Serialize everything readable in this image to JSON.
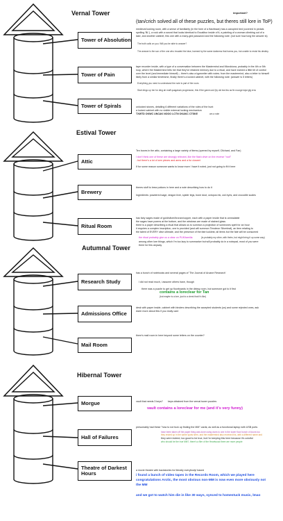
{
  "towers": [
    {
      "title": "Vernal Tower",
      "rooms": [
        "Tower of Absolution",
        "Tower of Pain",
        "Tower of Spirals"
      ]
    },
    {
      "title": "Estival Tower",
      "rooms": [
        "Attic",
        "Brewery",
        "Ritual Room"
      ]
    },
    {
      "title": "Autumnal Tower",
      "rooms": [
        "Research Study",
        "Admissions Office",
        "Mail Room"
      ]
    },
    {
      "title": "Hibernal Tower",
      "rooms": [
        "Morgue",
        "Hall of Failures",
        "Theatre of Darkest Hours"
      ]
    }
  ],
  "notes": {
    "important": "important?",
    "header": "(tan/crich solved all of these puzzles, but theres still lore in ToP)",
    "absolution": [
      "medieval looking room, with a sense of familiarity (in the form of a flashback) has a canopied bed (covered in pedals",
      "spelling 'BL'), a rock with a sword that looks identical to Excalibur inside of it, a painting of a woman climbing out of a",
      "lake, and another cabinet, this one with a many-grid password and the following note:  (not sure how long the answer is)"
    ],
    "absolution_sub1": "The truth calls on you. Will you be able to answer?",
    "absolution_sub2": "The answer is the son of the one who invaded the kiwe, harmed by the same darkness that harms you, but unable to resist his destiny.",
    "pain": [
      "tape recorder inside, with a type of a conversation between the Mastermind and Microkiona, probably in the 4th or 5th",
      "loop, where the Mastermind tells her that they've retained memory due to a ritual, and have earned a little bit of control",
      "over the level (and immediate himself) -- there's also a typewriter with notes.  from the mastermind, also a letter to himself",
      "likely from a similar timeframe, finally there's a locked cabinet, with the following note: (answer is 5 letters)"
    ],
    "pain_sub1": "Everything you need to understand the note is part of the room.",
    "pain_sub2": "Start dingo up her fur ding ah maff quagaluck progression, this if the gamm asf (by old tea lkw as fin nuzzge ksjsi gfg ernc",
    "spirals": [
      "unlocked stones, detailing 6 different variations of the rules of the hunt",
      "a locked cabinet with no visible external locking mechanism"
    ],
    "spirals_code": "TXWTD OKWC UNCAK NOOO LCTN OKAKC CTSKE",
    "spirals_code_note": "am a note",
    "attic": "Ten boxes in the attic, containing a large variety of items (opened by myself, Cfichard, and Fan)",
    "attic_pink": "I don't think one of these are strongly relevant, like the flash drive on the reverse \"roof\"",
    "attic_red": "- but there's a lot of arm pieces and arms and a fur closeet",
    "attic_line3": "If for some reason someone wants to know more I have it noted, just not going to fit it here",
    "brewery": "theres stuff to brew potions in here and a note describing how to do it",
    "brewery_sub": "Ingredients: powdered sage, dragon liver, spider legs, bone dust, octopus ink, owl eyes, and crocodile scales",
    "ritual": [
      "has fairy sages made of gold/silver/bronze/copper, each with a paper inside that is unreadable",
      "the sages have poems at the bottom, and the windows are made of stained glass",
      "there is a paper describing a ritual that allows us to summon a projection of someones spirit for an hour",
      "it requires a complex inscription, one is provided (and will summon Timoleon Silverleaf), an item relating to",
      "the talent of EVERY olive ultimate, and the presence of the fate luckiest; all items but the fate will be consumed"
    ],
    "ritual_pink": "the ritual probably give us a clear on PUK/tamilia",
    "ritual_pink_small": "(is probably my other, with theirs, but might bring it up some way)",
    "ritual_line6": "among other lore things, which I'm too lazy to summarize but will probably do in a notepad, most of you were",
    "ritual_line7": "there for this anyway",
    "research": "has a bunch of notebooks and several pages of 'The Journal of Arcane Research'",
    "research_2": "I did not read much, i assume others have, though",
    "research_3": "there was a puzzle to get up floorboards in the dining room, but someone got to it first",
    "research_green": "contains a loreclear for Tan",
    "research_small": "(but maybe is a lore, just to a chest that it's like)",
    "admissions": [
      "desk with paper inside, cabinet with binders describing the accepted students (us) and some rejected ones, ask",
      "Aster more about this if you really care"
    ],
    "mail": "there's mail room in here beyond some letters on the counter?",
    "morgue": "vault that needs 3 keys?",
    "morgue_2": "keys obtained from the vernal tower puzzles",
    "morgue_pink": "vault contains a loreclear for me (and it's very funny)",
    "failures": "presumably had these \"how to not fuck up finding the MM\" cards; as well as a functional laptop with USB ports",
    "failures_faint": [
      "have been taken off the paper thing was done using clues to one in the lower floor bunch of doors too",
      "they ended up in the same spots seen, and the mastermind also received his, with a different name and",
      "who should be the true MM?, there's a flier of the Heartwood there are more people"
    ],
    "failures_2": "they were indeed, too good to be true, but i'm keeping this here because it's colorful",
    "theatre": "a movie theatre with backstories for literally everybody! based",
    "theatre_blue1": "i found a bunch of video tapes in the Records Room, which we played here",
    "theatre_blue2": "congratulations Arctic, the most obvious non-MM is now even more obviously not",
    "theatre_blue3": "the MM",
    "theatre_blue4": "and we got to watch him die in like 30 ways, synced to homestuck music, lmao"
  }
}
